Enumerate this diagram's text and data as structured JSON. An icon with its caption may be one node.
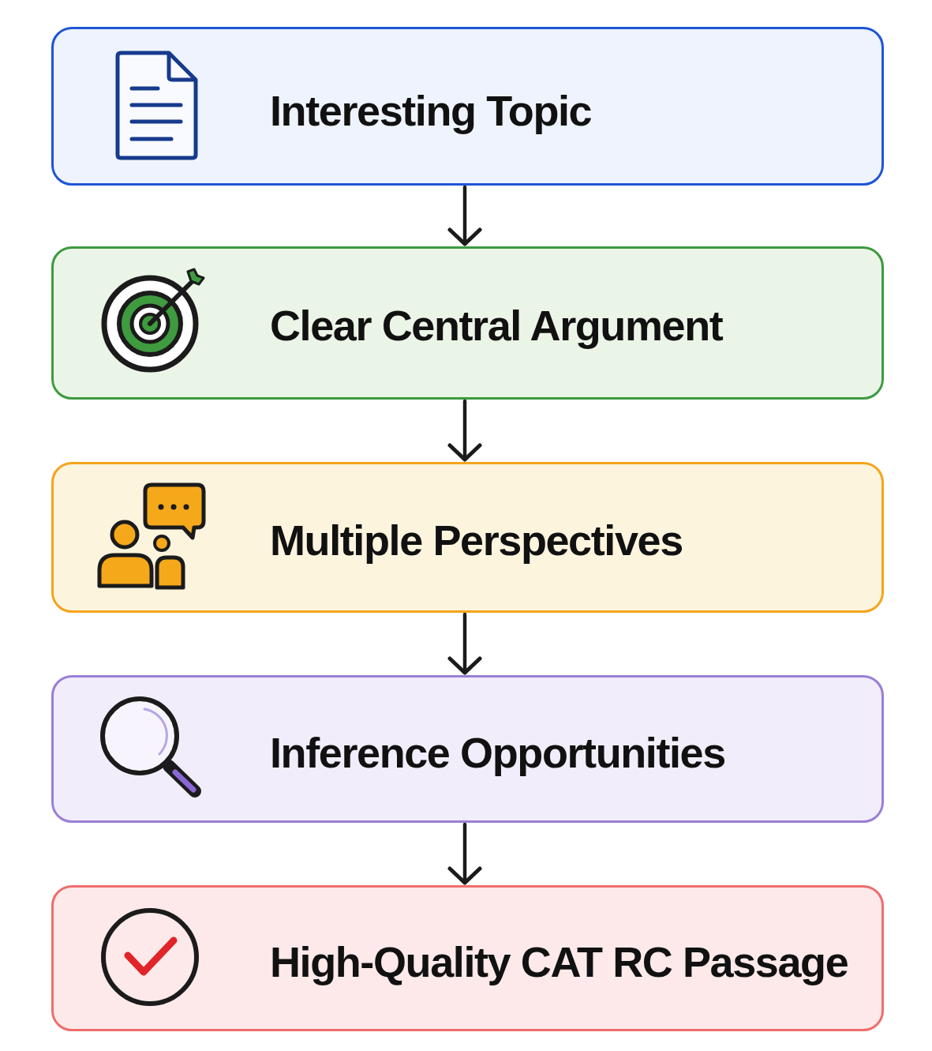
{
  "diagram": {
    "nodes": [
      {
        "text": [
          "Interesting Topic"
        ]
      },
      {
        "text": [
          "Clear Central Argument"
        ]
      },
      {
        "text": [
          "Multiple Perspectives"
        ]
      },
      {
        "text": [
          "Inference Opportunities"
        ]
      },
      {
        "text": [
          "High-Quality CAT RC Passage"
        ]
      }
    ],
    "edges": [
      {
        "from": 0,
        "to": 1,
        "arrow": "to"
      },
      {
        "from": 1,
        "to": 2,
        "arrow": "to"
      },
      {
        "from": 2,
        "to": 3,
        "arrow": "to"
      },
      {
        "from": 3,
        "to": 4,
        "arrow": "to"
      }
    ]
  }
}
